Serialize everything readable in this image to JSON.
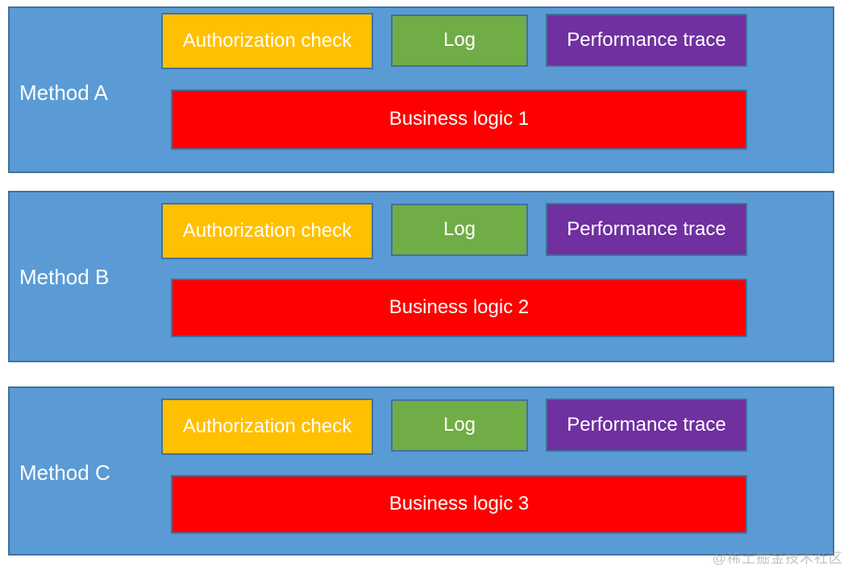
{
  "diagram": {
    "methods": [
      {
        "label": "Method A",
        "business_logic": "Business logic 1"
      },
      {
        "label": "Method B",
        "business_logic": "Business logic 2"
      },
      {
        "label": "Method C",
        "business_logic": "Business logic 3"
      }
    ],
    "cross_cutting": {
      "authorization_check": "Authorization check",
      "log": "Log",
      "performance_trace": "Performance trace"
    },
    "colors": {
      "panel": "#5b9bd5",
      "panel_border": "#41719c",
      "box_border": "#41719c",
      "authorization": "#ffc000",
      "log": "#70ad47",
      "performance": "#7030a0",
      "business": "#ff0000",
      "text": "#ffffff"
    },
    "watermark": "@稀土掘金技术社区"
  }
}
